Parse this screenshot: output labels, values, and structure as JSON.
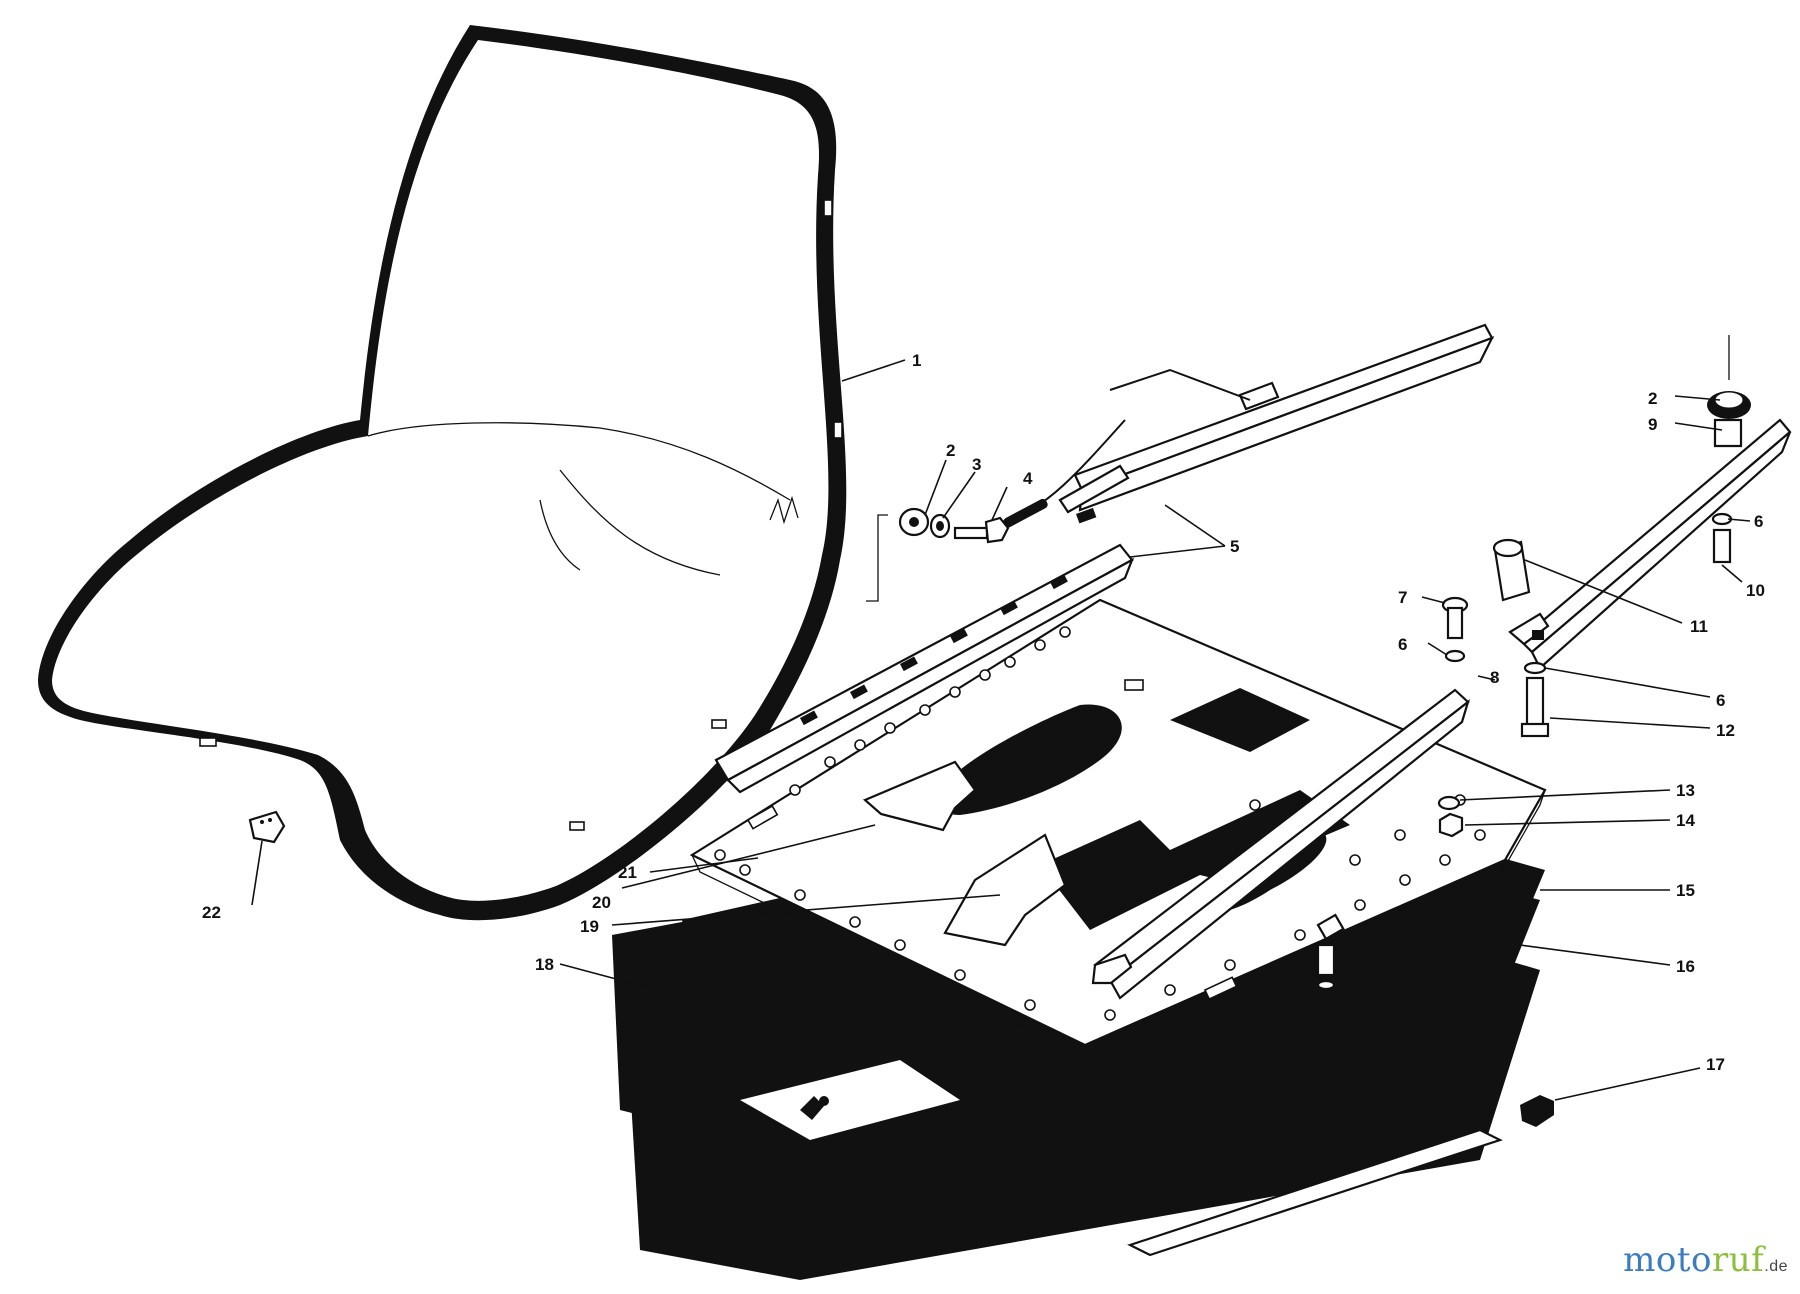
{
  "callouts": [
    {
      "id": "1",
      "text": "1"
    },
    {
      "id": "2a",
      "text": "2"
    },
    {
      "id": "3",
      "text": "3"
    },
    {
      "id": "4",
      "text": "4"
    },
    {
      "id": "5",
      "text": "5"
    },
    {
      "id": "2b",
      "text": "2"
    },
    {
      "id": "9",
      "text": "9"
    },
    {
      "id": "6a",
      "text": "6"
    },
    {
      "id": "10",
      "text": "10"
    },
    {
      "id": "7",
      "text": "7"
    },
    {
      "id": "6b",
      "text": "6"
    },
    {
      "id": "8",
      "text": "8"
    },
    {
      "id": "11",
      "text": "11"
    },
    {
      "id": "6c",
      "text": "6"
    },
    {
      "id": "12",
      "text": "12"
    },
    {
      "id": "13",
      "text": "13"
    },
    {
      "id": "14",
      "text": "14"
    },
    {
      "id": "15",
      "text": "15"
    },
    {
      "id": "16",
      "text": "16"
    },
    {
      "id": "17",
      "text": "17"
    },
    {
      "id": "18",
      "text": "18"
    },
    {
      "id": "19",
      "text": "19"
    },
    {
      "id": "20",
      "text": "20"
    },
    {
      "id": "21",
      "text": "21"
    },
    {
      "id": "22",
      "text": "22"
    }
  ],
  "watermark": {
    "part1": "moto",
    "part2": "ruf",
    "suffix": ".de"
  },
  "colors": {
    "ink": "#111111",
    "background": "#ffffff",
    "watermark_blue": "#3b7bbf",
    "watermark_green": "#8cbf3f"
  }
}
